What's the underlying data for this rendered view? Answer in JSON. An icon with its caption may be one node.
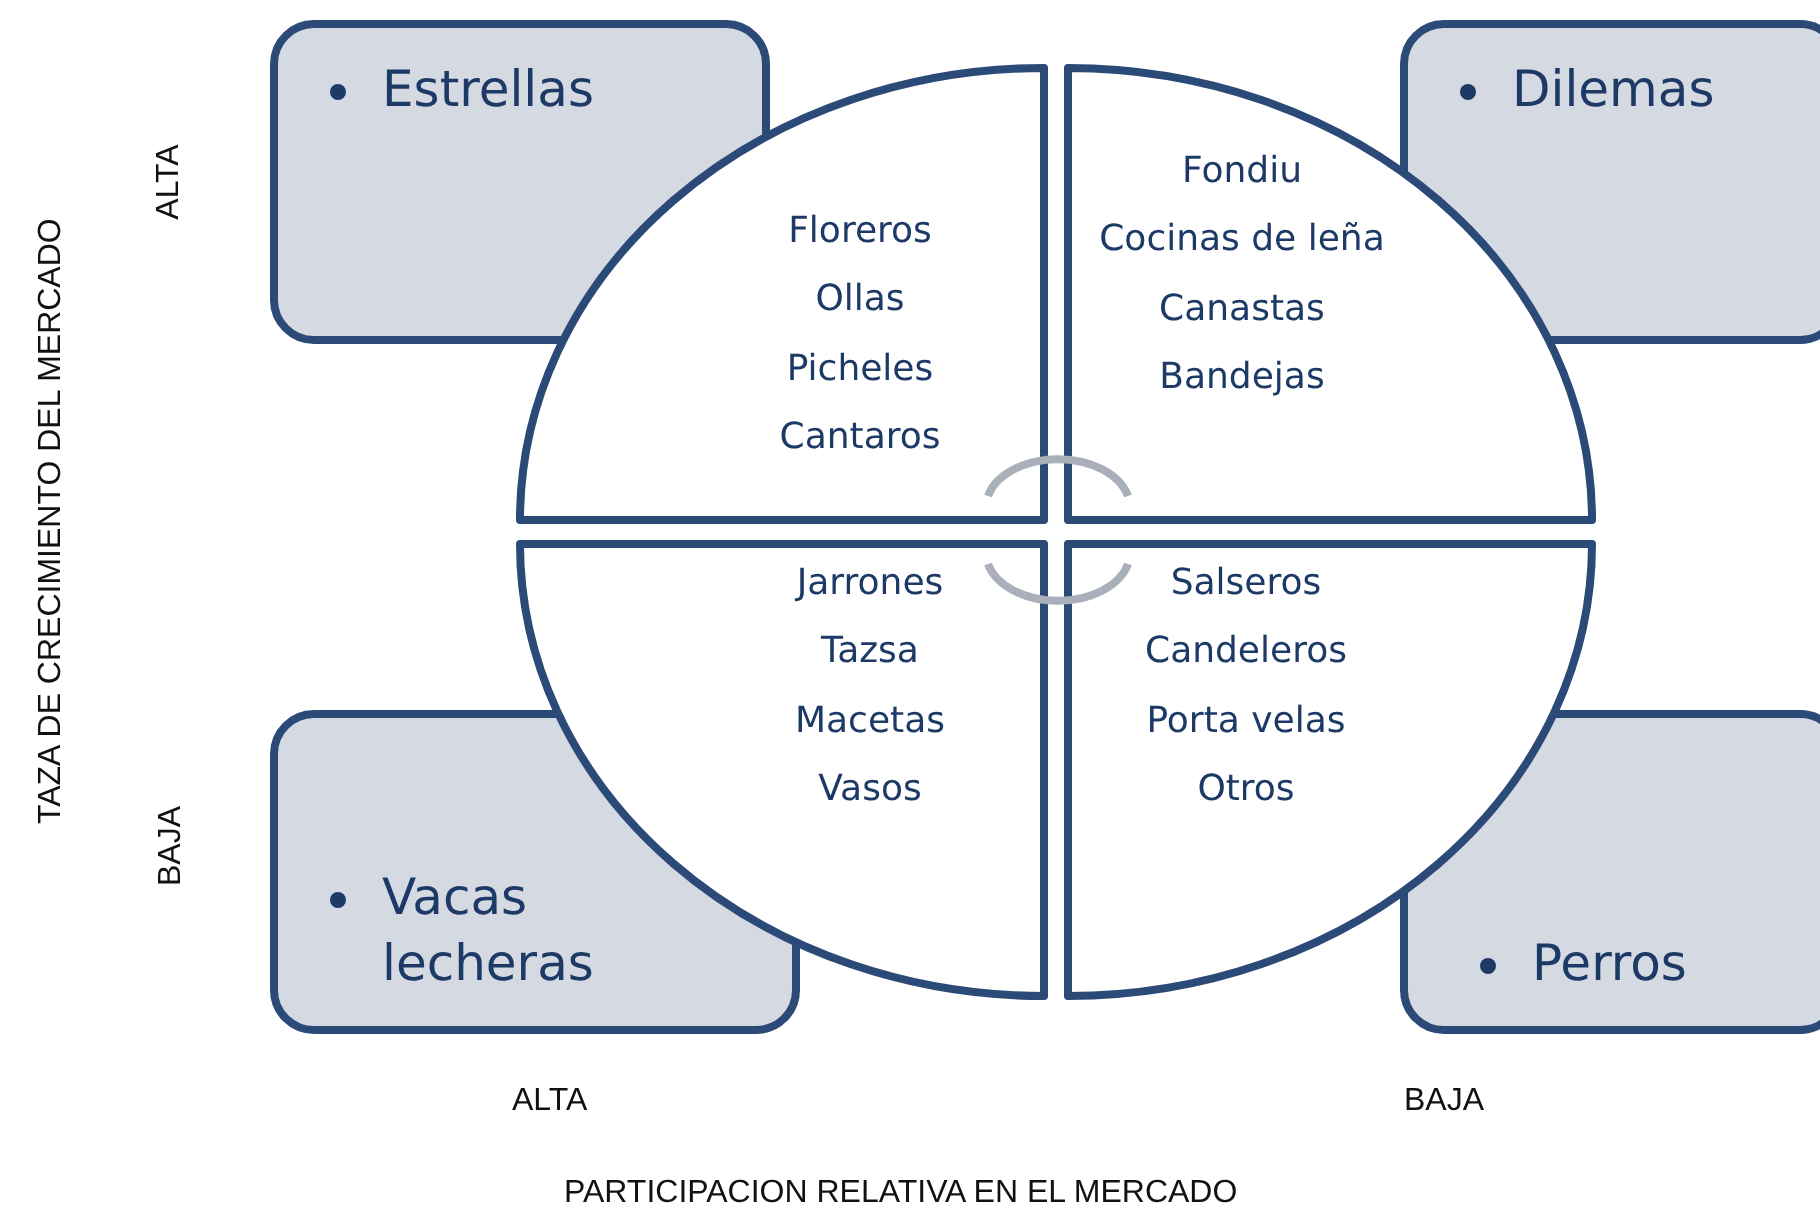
{
  "diagram": {
    "nodes": [
      {
        "text": [
          "Estrellas"
        ]
      },
      {
        "text": [
          "Dilemas"
        ]
      },
      {
        "text": [
          "Floreros",
          "Ollas",
          "Picheles",
          "Cantaros"
        ]
      },
      {
        "text": [
          "Fondiu",
          "Cocinas de leña",
          "Canastas",
          "Bandejas"
        ]
      },
      {
        "text": [
          "Jarrones",
          "Tazsa",
          "Macetas",
          "Vasos"
        ]
      },
      {
        "text": [
          "Salseros",
          "Candeleros",
          "Porta velas",
          "Otros"
        ]
      },
      {
        "text": [
          "Vacas lecheras"
        ]
      },
      {
        "text": [
          "Perros"
        ]
      }
    ],
    "labels": [
      "TAZA DE CRECIMIENTO DEL MERCADO",
      "ALTA",
      "BAJA",
      "ALTA",
      "BAJA",
      "PARTICIPACION RELATIVA EN EL MERCADO"
    ]
  }
}
